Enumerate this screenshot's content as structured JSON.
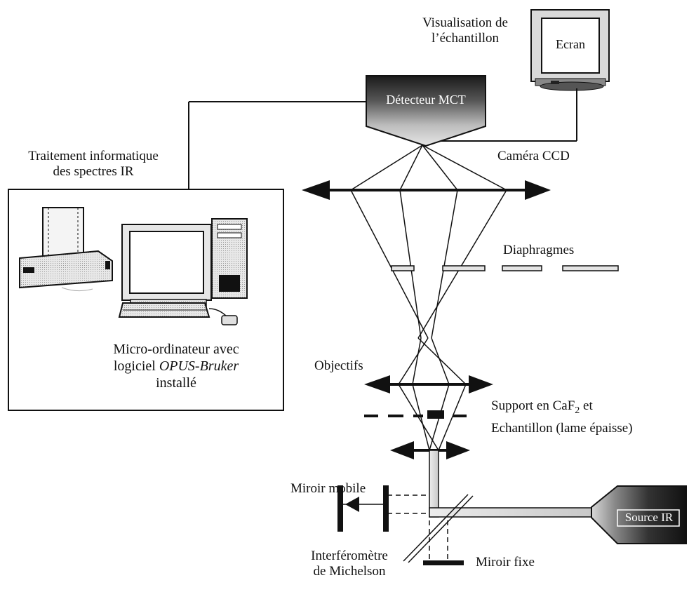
{
  "labels": {
    "visualisation_line1": "Visualisation de",
    "visualisation_line2": "l’échantillon",
    "ecran": "Ecran",
    "detecteur": "Détecteur MCT",
    "camera": "Caméra CCD",
    "traitement_line1": "Traitement informatique",
    "traitement_line2": "des spectres IR",
    "diaphragmes": "Diaphragmes",
    "micro_line1": "Micro-ordinateur avec",
    "micro_line2_prefix": "logiciel ",
    "micro_line2_italic": "OPUS-Bruker",
    "micro_line3": "installé",
    "objectifs": "Objectifs",
    "support_prefix": "Support en CaF",
    "support_sub": "2",
    "support_suffix": " et",
    "echantillon": "Echantillon (lame épaisse)",
    "miroir_mobile": "Miroir mobile",
    "source": "Source IR",
    "interferometre_line1": "Interféromètre",
    "interferometre_line2": "de Michelson",
    "miroir_fixe": "Miroir fixe"
  }
}
